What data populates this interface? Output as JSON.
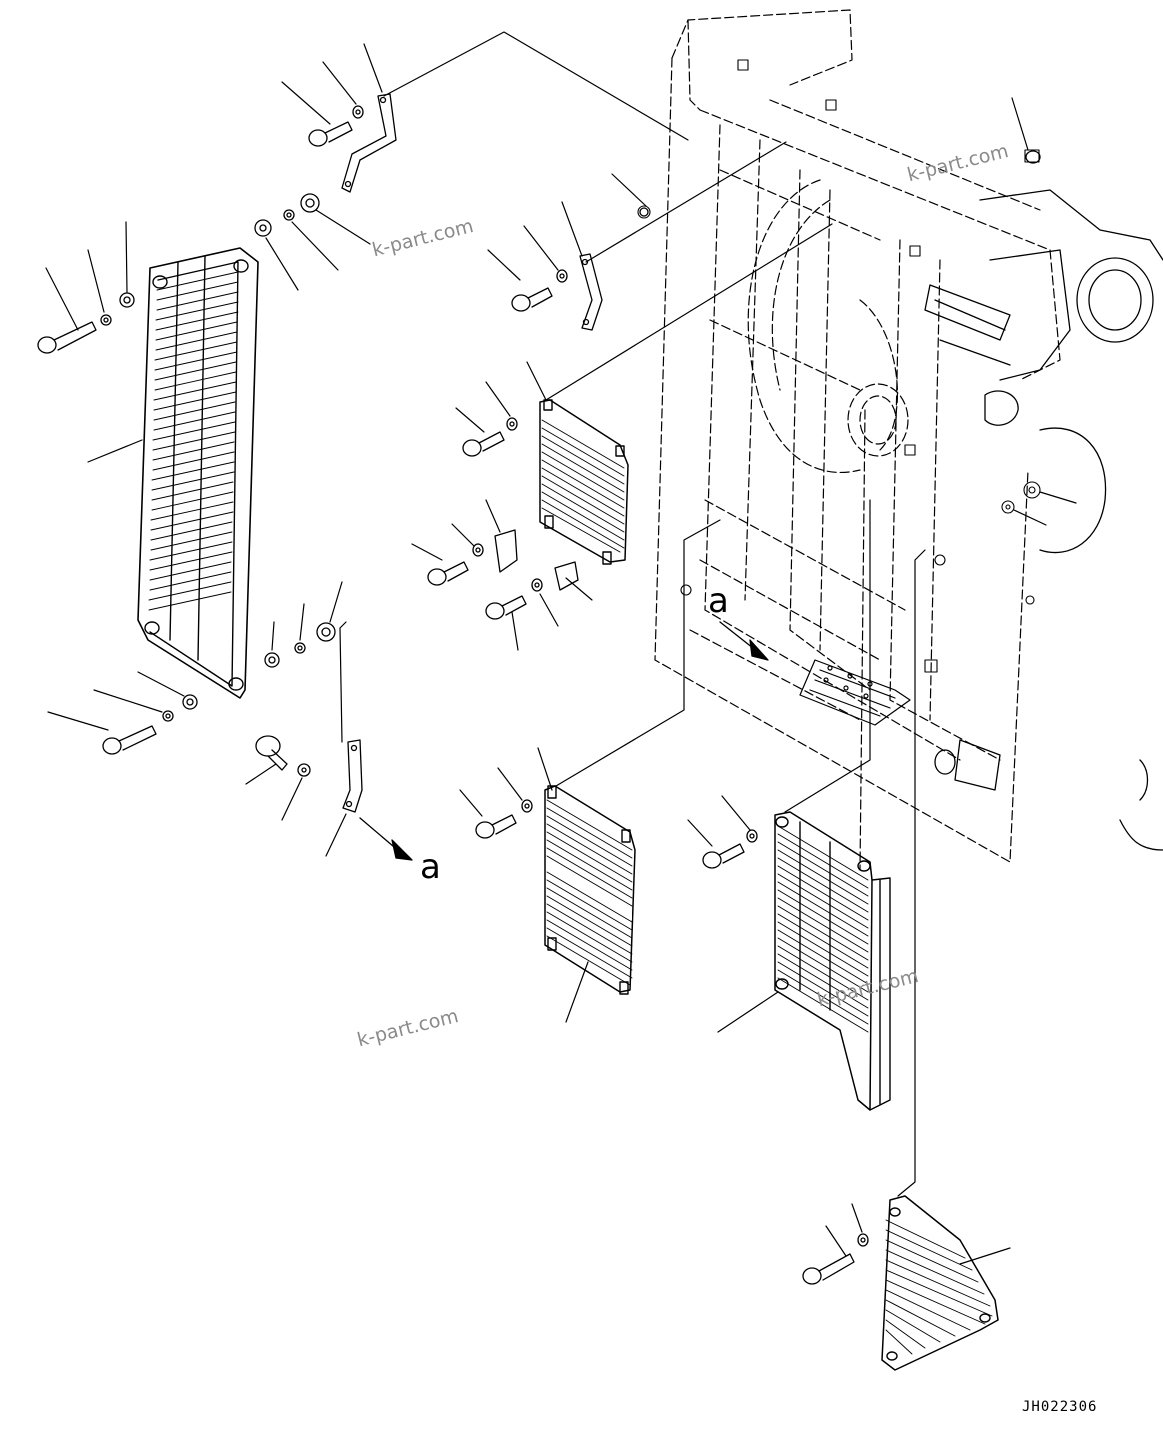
{
  "watermarks": [
    "k-part.com",
    "k-part.com",
    "k-part.com",
    "k-part.com"
  ],
  "view_arrow_label": "a",
  "drawing_code": "JH022306"
}
